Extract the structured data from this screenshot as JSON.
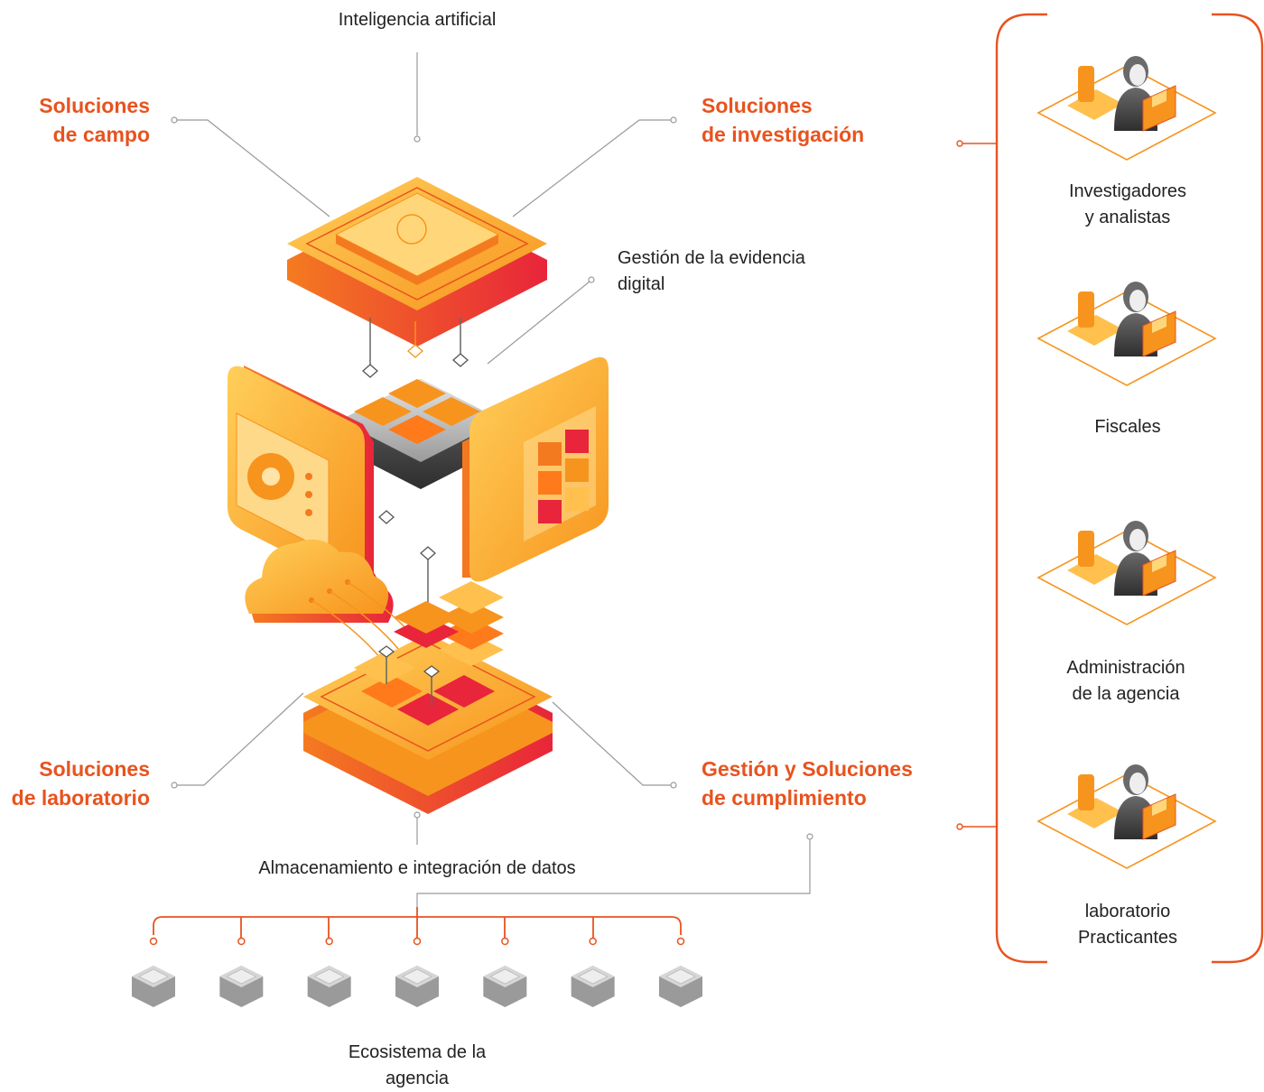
{
  "colors": {
    "accent": "#e8531f",
    "orange": "#f7941d",
    "light_orange": "#ffc04d",
    "red": "#e8253a",
    "gray": "#8a8a8a",
    "line": "#999999"
  },
  "labels": {
    "ai": "Inteligencia artificial",
    "field_solutions": [
      "Soluciones",
      "de campo"
    ],
    "investigation_solutions": [
      "Soluciones",
      "de investigación"
    ],
    "evidence_management": [
      "Gestión de la evidencia",
      "digital"
    ],
    "lab_solutions": [
      "Soluciones",
      "de laboratorio"
    ],
    "compliance_solutions": [
      "Gestión y Soluciones",
      "de cumplimiento"
    ],
    "storage": "Almacenamiento e integración de datos",
    "ecosystem": [
      "Ecosistema de la",
      "agencia"
    ]
  },
  "personas": [
    {
      "lines": [
        "Investigadores",
        "y analistas"
      ],
      "icon": "investigator-icon"
    },
    {
      "lines": [
        "Fiscales"
      ],
      "icon": "prosecutor-icon"
    },
    {
      "lines": [
        "Administración",
        "de la agencia"
      ],
      "icon": "police-officer-icon"
    },
    {
      "lines": [
        "laboratorio",
        "Practicantes"
      ],
      "icon": "lab-practitioner-icon"
    }
  ],
  "ecosystem_nodes": 7
}
